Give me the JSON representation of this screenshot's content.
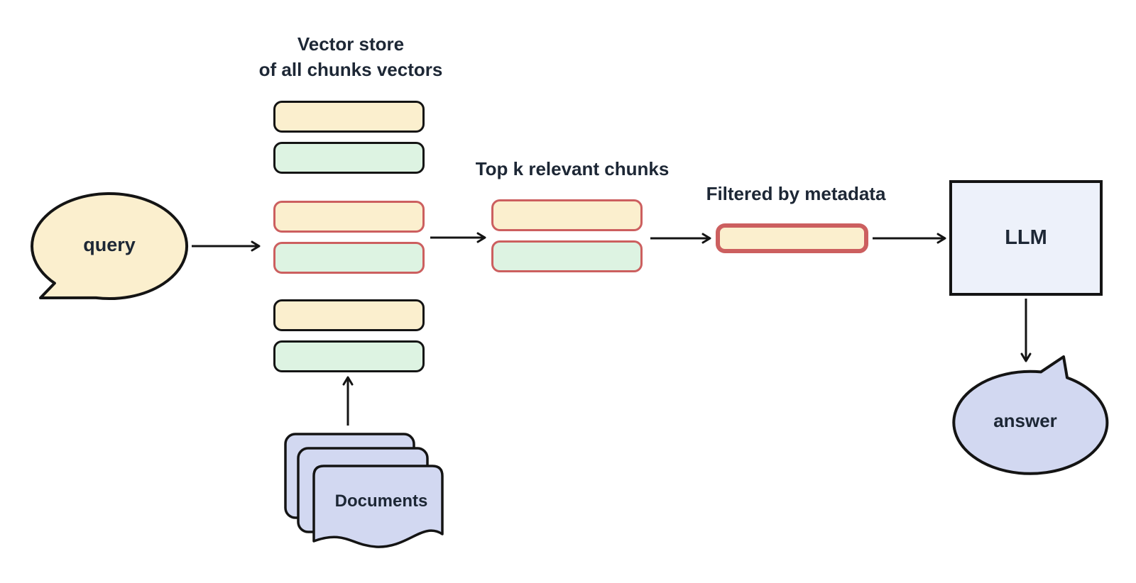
{
  "colors": {
    "background": "#FFFFFF",
    "cream": "#FBEFCE",
    "green": "#DDF3E2",
    "lavender": "#D2D8F1",
    "llm_fill": "#EDF1FA",
    "red_border": "#CC5F5F",
    "outline": "#141414",
    "ink": "#1D2735"
  },
  "labels": {
    "vector_store_title_1": "Vector store",
    "vector_store_title_2": "of all chunks vectors",
    "top_k_title": "Top k relevant chunks",
    "filtered_title": "Filtered by metadata",
    "query": "query",
    "llm": "LLM",
    "answer": "answer",
    "documents": "Documents"
  },
  "stacks": {
    "vector_store_groups": [
      {
        "rows": [
          {
            "name": "vector-chunk-yellow",
            "fill": "cream",
            "border": "black"
          },
          {
            "name": "vector-chunk-green",
            "fill": "green",
            "border": "black"
          }
        ]
      },
      {
        "rows": [
          {
            "name": "vector-chunk-yellow-matched",
            "fill": "cream",
            "border": "red"
          },
          {
            "name": "vector-chunk-green-matched",
            "fill": "green",
            "border": "red"
          }
        ]
      },
      {
        "rows": [
          {
            "name": "vector-chunk-yellow",
            "fill": "cream",
            "border": "black"
          },
          {
            "name": "vector-chunk-green",
            "fill": "green",
            "border": "black"
          }
        ]
      }
    ],
    "top_k_rows": [
      {
        "name": "top-k-chunk-yellow",
        "fill": "cream",
        "border": "red"
      },
      {
        "name": "top-k-chunk-green",
        "fill": "green",
        "border": "red"
      }
    ],
    "filtered_rows": [
      {
        "name": "filtered-chunk",
        "fill": "cream",
        "border": "red",
        "thick": true
      }
    ]
  }
}
